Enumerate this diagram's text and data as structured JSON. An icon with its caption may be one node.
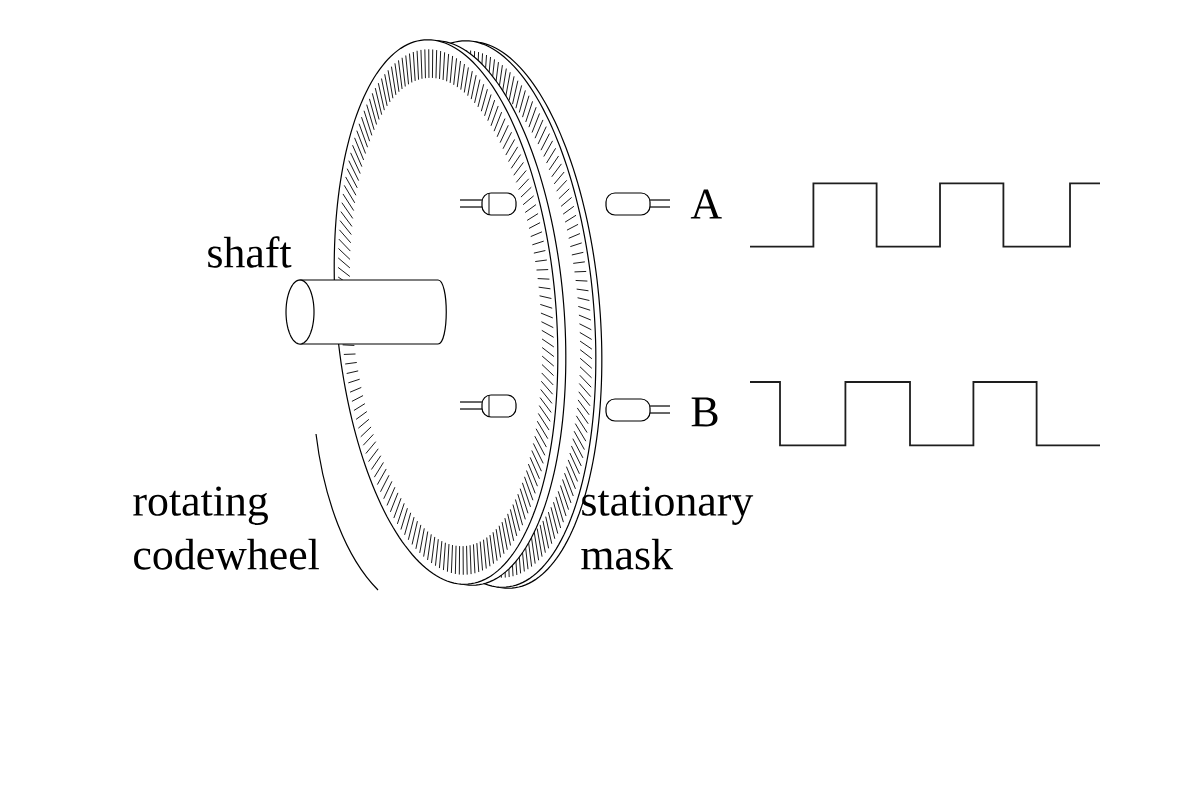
{
  "diagram": {
    "labels": [
      "A",
      "shaft",
      "B",
      "rotating codewheel",
      "stationary mask"
    ]
  }
}
